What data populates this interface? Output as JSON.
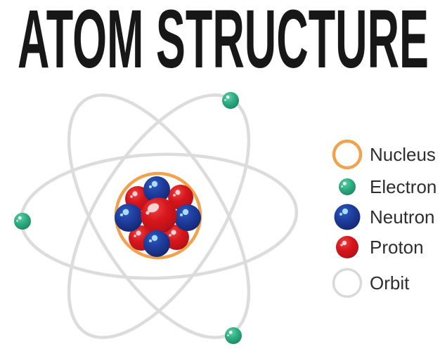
{
  "title": "ATOM STRUCTURE",
  "legend": {
    "items": [
      {
        "label": "Nucleus",
        "icon": "nucleus-ring-icon",
        "color": "#F0A24E"
      },
      {
        "label": "Electron",
        "icon": "electron-icon",
        "color": "#2FAE85"
      },
      {
        "label": "Neutron",
        "icon": "neutron-icon",
        "color": "#1E3D9E"
      },
      {
        "label": "Proton",
        "icon": "proton-icon",
        "color": "#D6161C"
      },
      {
        "label": "Orbit",
        "icon": "orbit-ring-icon",
        "color": "#DCDCDC"
      }
    ]
  },
  "diagram": {
    "orbit_count": 3,
    "electron_count": 3,
    "nucleus": {
      "neutron_count": 4,
      "proton_count": 5
    }
  },
  "colors": {
    "background": "#FFFFFF",
    "title_text": "#171717",
    "label_text": "#2E2E2E",
    "orbit_gray": "#DCDCDC",
    "nucleus_ring_orange": "#F0A24E",
    "electron_green": "#2FAE85",
    "neutron_blue": "#1E3D9E",
    "proton_red": "#D6161C"
  }
}
